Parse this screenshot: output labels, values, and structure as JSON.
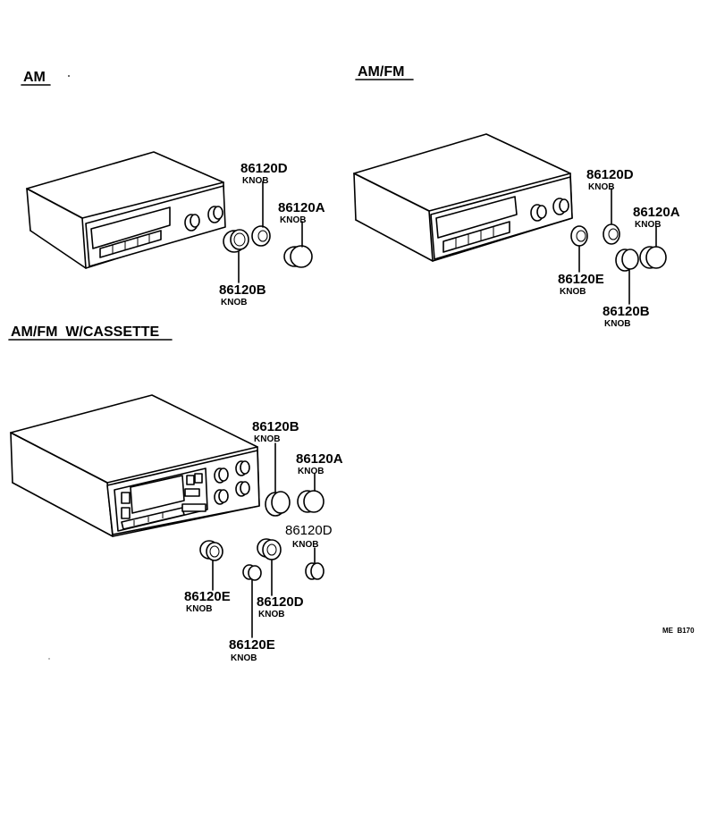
{
  "sections": [
    {
      "id": "am",
      "title": "AM"
    },
    {
      "id": "amfm",
      "title": "AM/FM"
    },
    {
      "id": "amfm-cassette",
      "title": "AM/FM  W/CASSETTE"
    }
  ],
  "callouts": {
    "am_d": {
      "part": "86120D",
      "name": "KNOB"
    },
    "am_a": {
      "part": "86120A",
      "name": "KNOB"
    },
    "am_b": {
      "part": "86120B",
      "name": "KNOB"
    },
    "fm_d": {
      "part": "86120D",
      "name": "KNOB"
    },
    "fm_a": {
      "part": "86120A",
      "name": "KNOB"
    },
    "fm_e": {
      "part": "86120E",
      "name": "KNOB"
    },
    "fm_b": {
      "part": "86120B",
      "name": "KNOB"
    },
    "cs_b": {
      "part": "86120B",
      "name": "KNOB"
    },
    "cs_a": {
      "part": "86120A",
      "name": "KNOB"
    },
    "cs_d1": {
      "part": "86120D",
      "name": "KNOB"
    },
    "cs_e1": {
      "part": "86120E",
      "name": "KNOB"
    },
    "cs_d2": {
      "part": "86120D",
      "name": "KNOB"
    },
    "cs_e2": {
      "part": "86120E",
      "name": "KNOB"
    }
  },
  "figure_ref": "ME  B170"
}
